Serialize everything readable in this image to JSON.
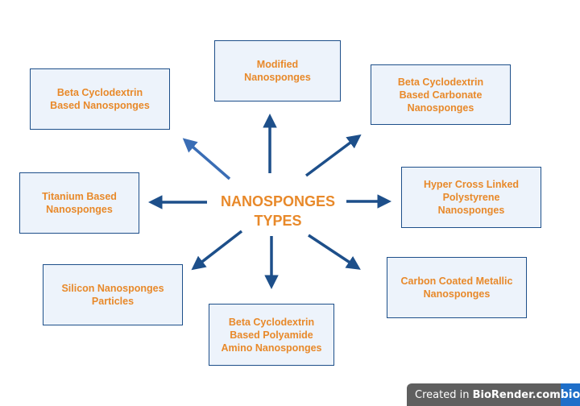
{
  "center_title": "NANOSPONGES\nTYPES",
  "boxes": [
    "Beta Cyclodextrin\nBased Nanosponges",
    "Modified\nNanosponges",
    "Beta Cyclodextrin\nBased Carbonate\nNanosponges",
    "Titanium  Based\nNanosponges",
    "Hyper Cross Linked\nPolystyrene\nNanosponges",
    "Silicon Nanosponges\nParticles",
    "Beta Cyclodextrin\nBased Polyamide\nAmino Nanosponges",
    "Carbon Coated Metallic\nNanosponges"
  ],
  "colors": {
    "text": "#e8892a",
    "arrow": "#1d4f8a",
    "arrow_light": "#3a6db5",
    "box_fill": "#edf3fb"
  },
  "watermark": {
    "prefix": "Created in ",
    "brand": "BioRender.com",
    "logo": "bio"
  }
}
